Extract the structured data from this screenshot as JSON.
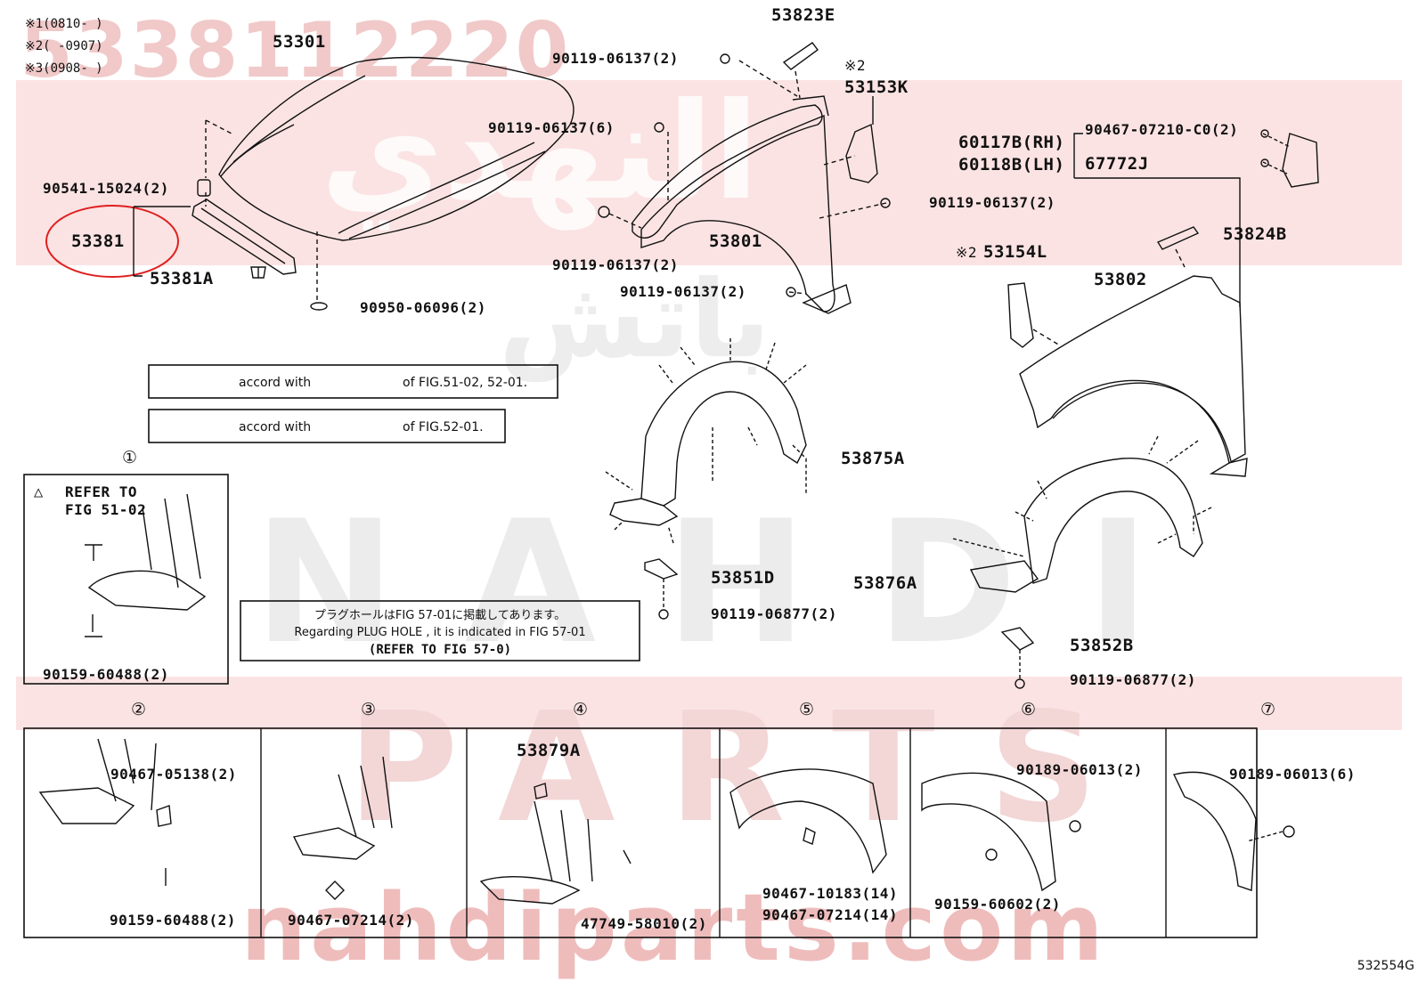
{
  "watermark": {
    "part_number": "5338112220",
    "arabic": "النهدي",
    "arabic2": "باتش",
    "brand": "NAHDI",
    "parts": "PARTS",
    "url": "nahdiparts.com",
    "color": "#e8a0a0"
  },
  "legend": [
    {
      "mark": "※1",
      "text": "(0810-     )"
    },
    {
      "mark": "※2",
      "text": "(     -0907)"
    },
    {
      "mark": "※3",
      "text": "(0908-     )"
    }
  ],
  "labels": {
    "hood": "53301",
    "hood_support_seal": "53381",
    "hood_seal_A": "53381A",
    "cushion": "90541-15024(2)",
    "plug": "90950-06096(2)",
    "fender_bracket": "53823E",
    "bolt_top": "90119-06137(2)",
    "bolt_6": "90119-06137(6)",
    "fender_rh": "53801",
    "bolt_mid": "90119-06137(2)",
    "bolt_low": "90119-06137(2)",
    "bolt_bottom": "90119-06137(2)",
    "note2_mark": "※2",
    "seal_k": "53153K",
    "clip_c0": "90467-07210-C0(2)",
    "rh": "60117B(RH)",
    "lh": "60118B(LH)",
    "cover_j": "67772J",
    "seal_l_mark": "※2",
    "seal_l": "53154L",
    "bracket_b": "53824B",
    "fender_lh": "53802",
    "liner_a": "53875A",
    "liner_b": "53876A",
    "bracket_d": "53851D",
    "bolt_d": "90119-06877(2)",
    "bracket_2b": "53852B",
    "bolt_2b": "90119-06877(2)",
    "refer": "REFER TO",
    "refer_fig": "FIG 51-02",
    "screw_1": "90159-60488(2)",
    "grommet": "90467-05138(2)",
    "screw_2": "90159-60488(2)",
    "clip_3": "90467-07214(2)",
    "fastener_4": "53879A",
    "screw_4": "47749-58010(2)",
    "clip_5a": "90467-10183(14)",
    "clip_5b": "90467-07214(14)",
    "bolt_6a": "90189-06013(2)",
    "screw_6": "90159-60602(2)",
    "bolt_7": "90189-06013(6)"
  },
  "notes": {
    "line1_pre": "accord with",
    "line1_post": "of FIG.51-02, 52-01.",
    "line2_pre": "accord with",
    "line2_post": "of FIG.52-01.",
    "plug_jp": "プラグホールはFIG 57-01に掲載してあります。",
    "plug_en": "Regarding  PLUG  HOLE , it is indicated in FIG  57-01",
    "plug_ref": "(REFER  TO  FIG  57-0)"
  },
  "panels": [
    "①",
    "②",
    "③",
    "④",
    "⑤",
    "⑥",
    "⑦"
  ],
  "page_code": "532554G",
  "highlight_color": "#e02020"
}
